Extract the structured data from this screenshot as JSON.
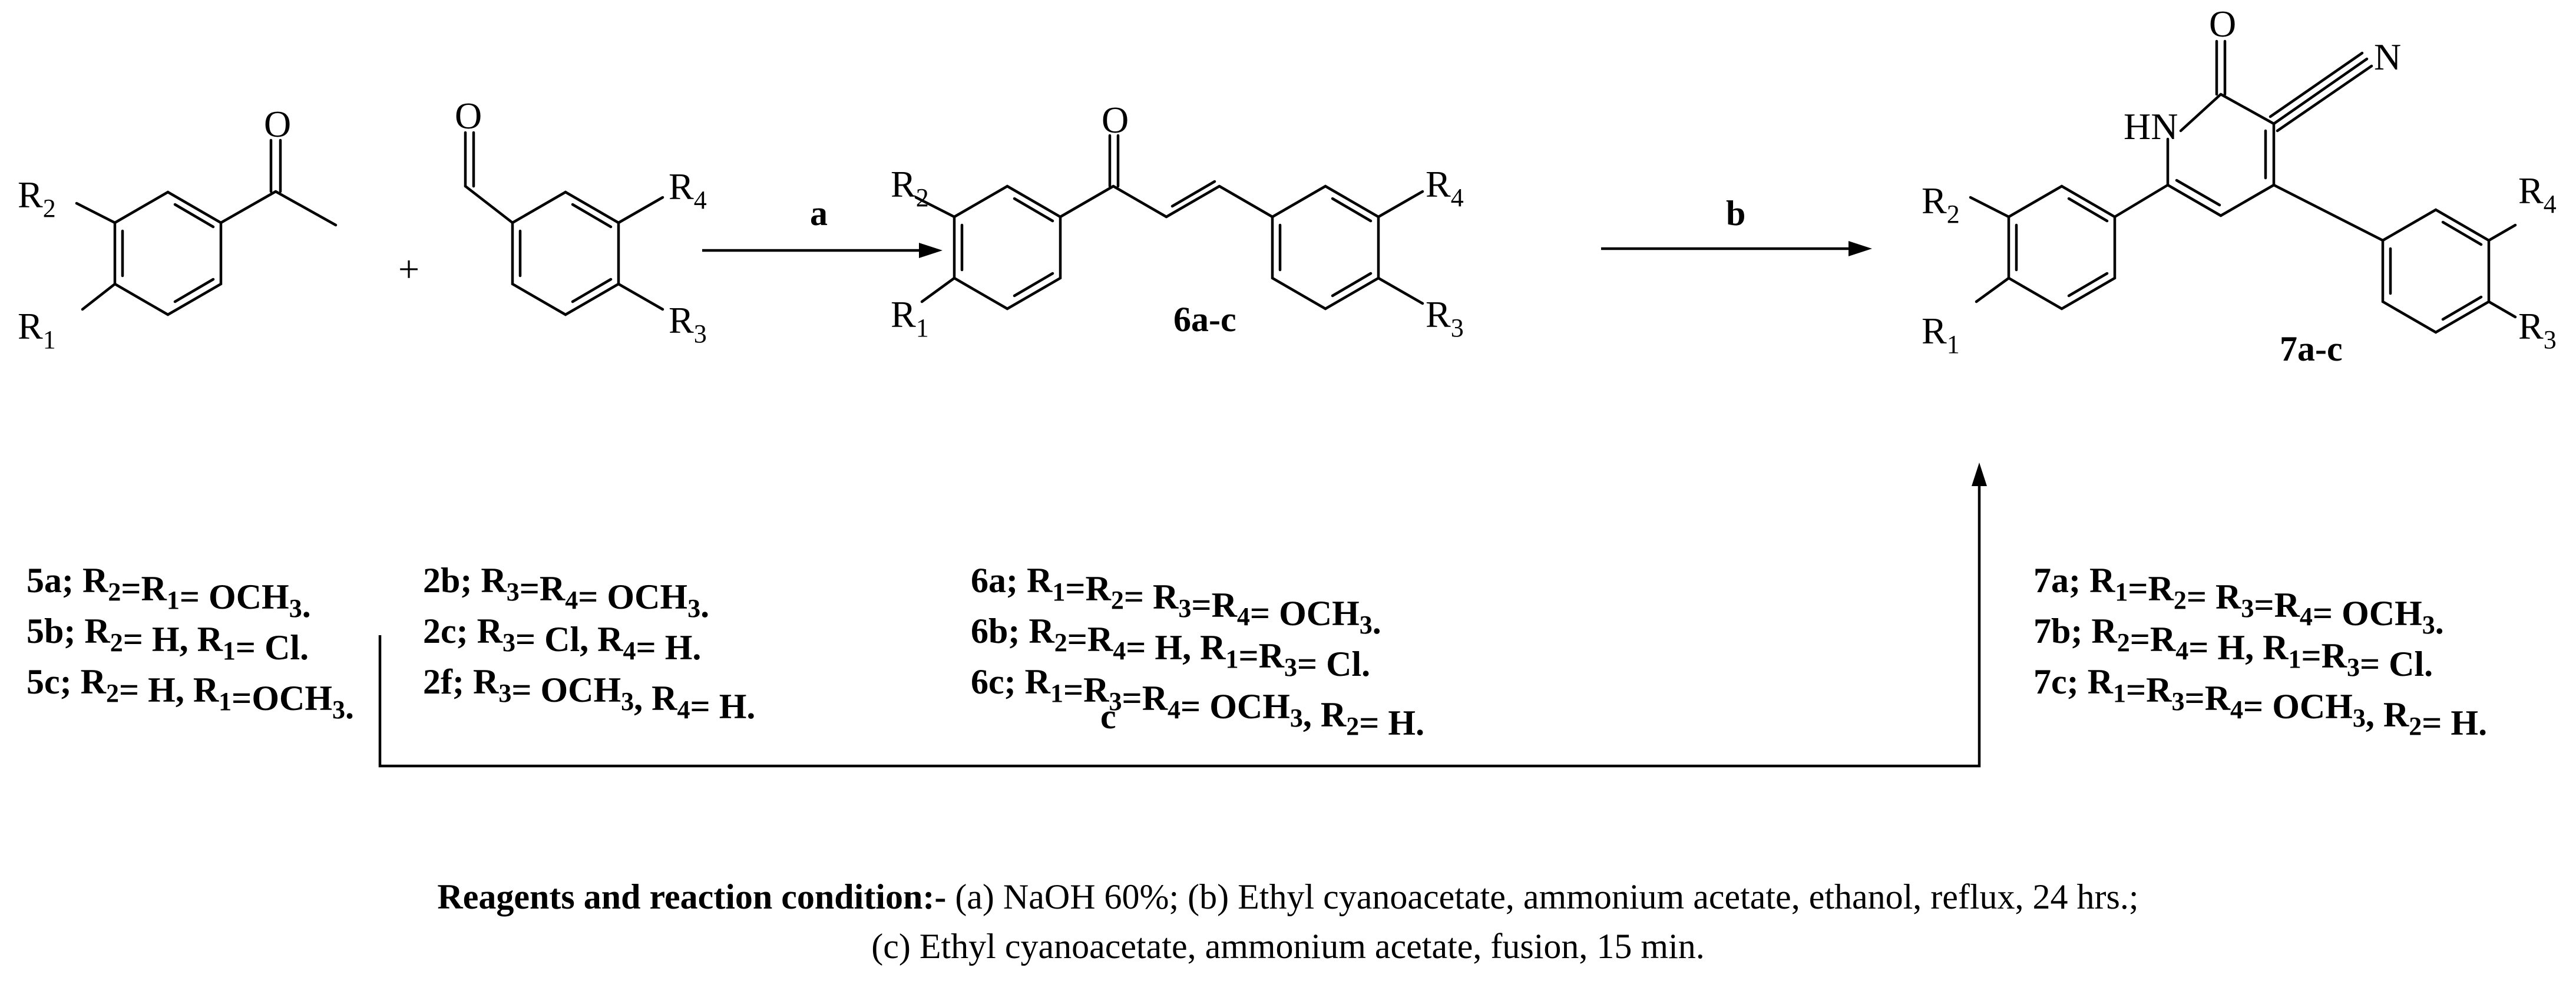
{
  "labels": {
    "plus": "+",
    "step_a": "a",
    "step_b": "b",
    "step_c": "c",
    "cpd6": "6a-c",
    "cpd7": "7a-c"
  },
  "atoms": {
    "O": "O",
    "N": "N",
    "HN": "HN",
    "R1": "R",
    "R2": "R",
    "R3": "R",
    "R4": "R",
    "n1": "1",
    "n2": "2",
    "n3": "3",
    "n4": "4"
  },
  "substituents": {
    "s5": [
      {
        "id": "5a;",
        "text": "R2=R1= OCH3."
      },
      {
        "id": "5b;",
        "text": "R2= H, R1= Cl."
      },
      {
        "id": "5c;",
        "text": "R2= H, R1=OCH3."
      }
    ],
    "s2": [
      {
        "id": "2b;",
        "text": "R3=R4= OCH3."
      },
      {
        "id": "2c;",
        "text": "R3= Cl, R4= H."
      },
      {
        "id": "2f;",
        "text": "R3= OCH3, R4= H."
      }
    ],
    "s6": [
      {
        "id": "6a;",
        "text": "R1=R2= R3=R4= OCH3."
      },
      {
        "id": "6b;",
        "text": "R2=R4= H, R1=R3= Cl."
      },
      {
        "id": "6c;",
        "text": "R1=R3=R4= OCH3, R2= H."
      }
    ],
    "s7": [
      {
        "id": "7a;",
        "text": "R1=R2= R3=R4= OCH3."
      },
      {
        "id": "7b;",
        "text": "R2=R4= H, R1=R3= Cl."
      },
      {
        "id": "7c;",
        "text": "R1=R3=R4= OCH3, R2= H."
      }
    ]
  },
  "footnote": {
    "heading": "Reagents and reaction condition:- ",
    "line1": "(a) NaOH 60%; (b) Ethyl cyanoacetate, ammonium acetate, ethanol, reflux, 24 hrs.;",
    "line2": "(c) Ethyl cyanoacetate, ammonium acetate, fusion, 15 min."
  }
}
